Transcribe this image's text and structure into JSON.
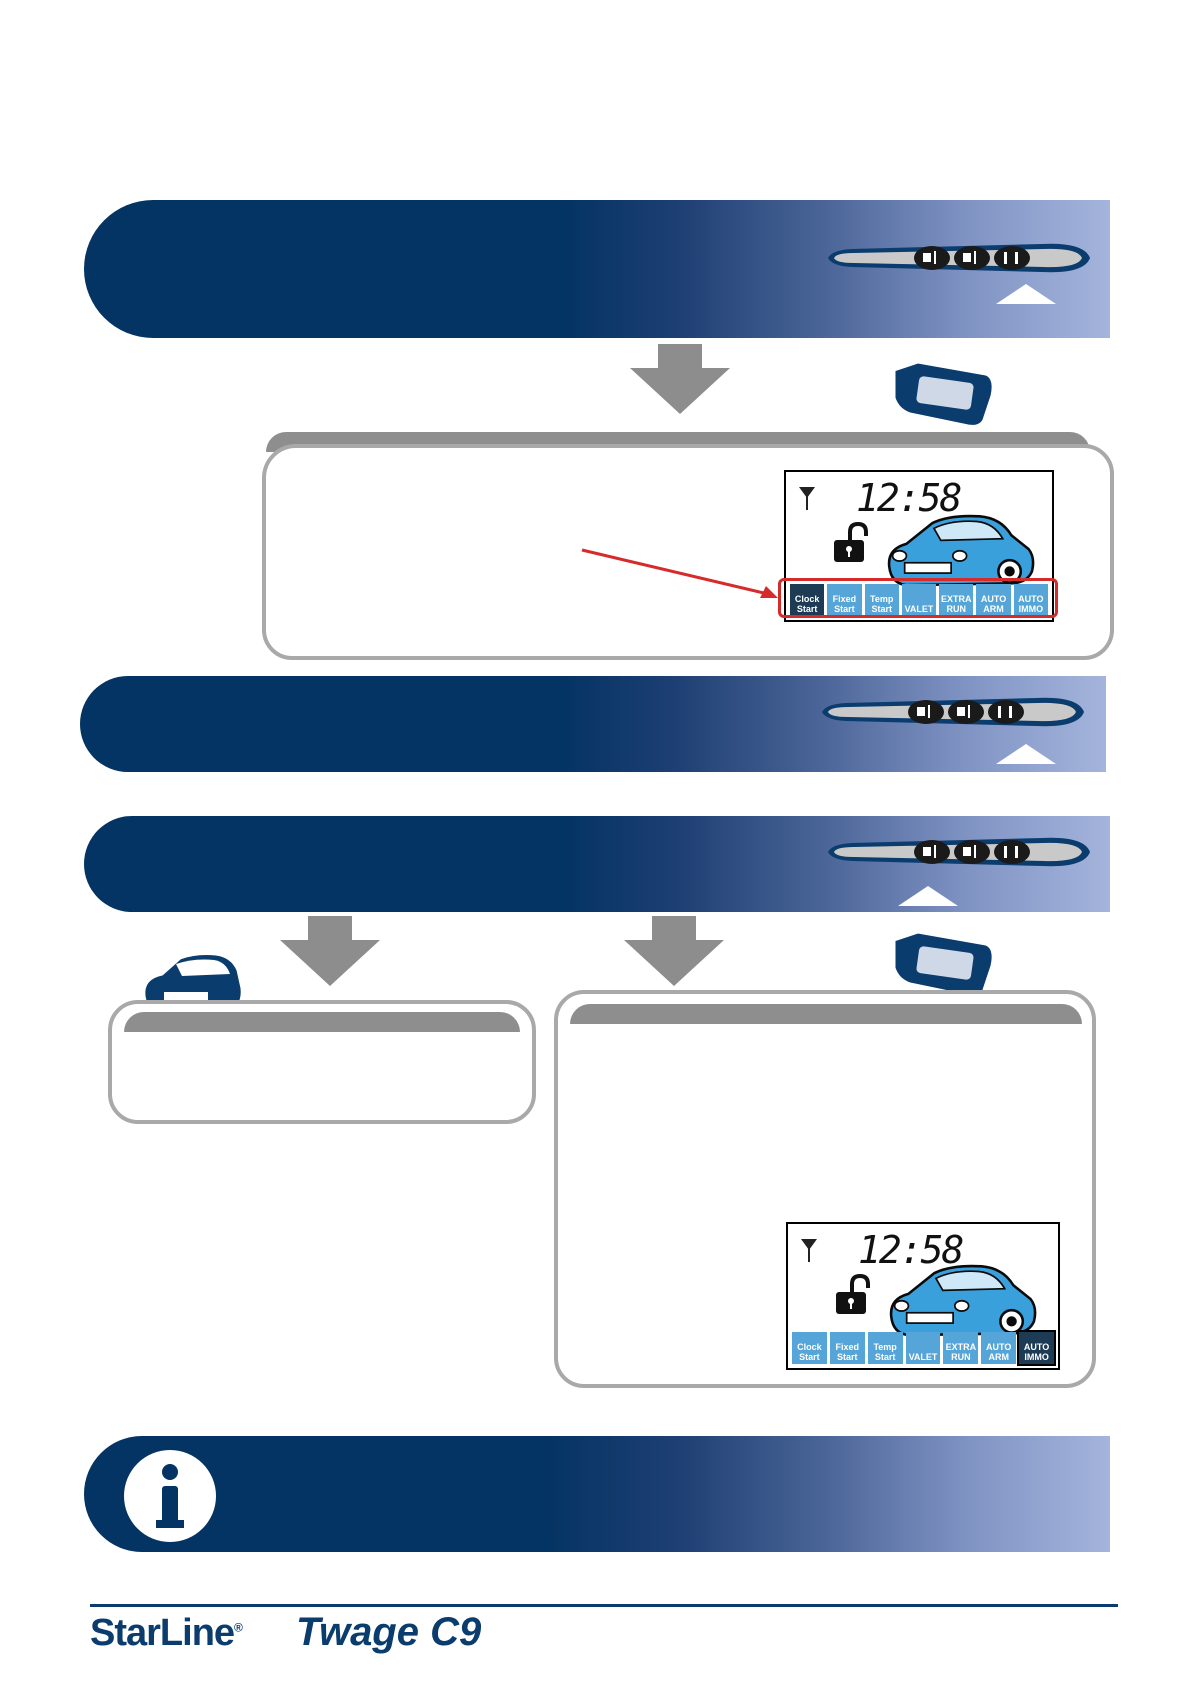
{
  "display": {
    "time": "12:58",
    "icons": [
      {
        "label": "Clock Start"
      },
      {
        "label": "Fixed Start"
      },
      {
        "label": "Temp Start"
      },
      {
        "label": "VALET"
      },
      {
        "label": "EXTRA RUN"
      },
      {
        "label": "AUTO ARM"
      },
      {
        "label": "AUTO IMMO"
      }
    ]
  },
  "footer": {
    "brand": "StarLine",
    "registered": "®",
    "model": "Twage C9"
  },
  "colors": {
    "band_dark": "#043463",
    "band_light": "#a4b4dc",
    "lcd_icon": "#55a5d8",
    "highlight": "#d62b2b"
  }
}
